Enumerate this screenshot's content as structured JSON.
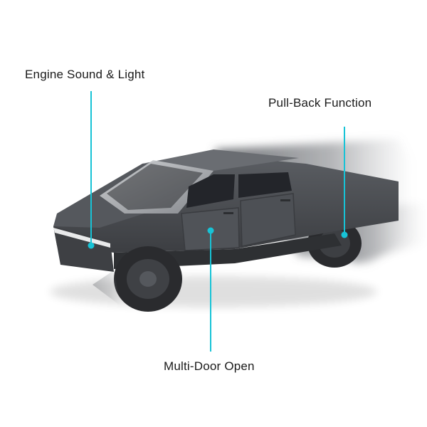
{
  "callouts": {
    "engine": "Engine Sound & Light",
    "pullback": "Pull-Back Function",
    "doors": "Multi-Door Open"
  },
  "colors": {
    "accent": "#17c3d6",
    "body": "#4a4d52",
    "background": "#ffffff"
  }
}
